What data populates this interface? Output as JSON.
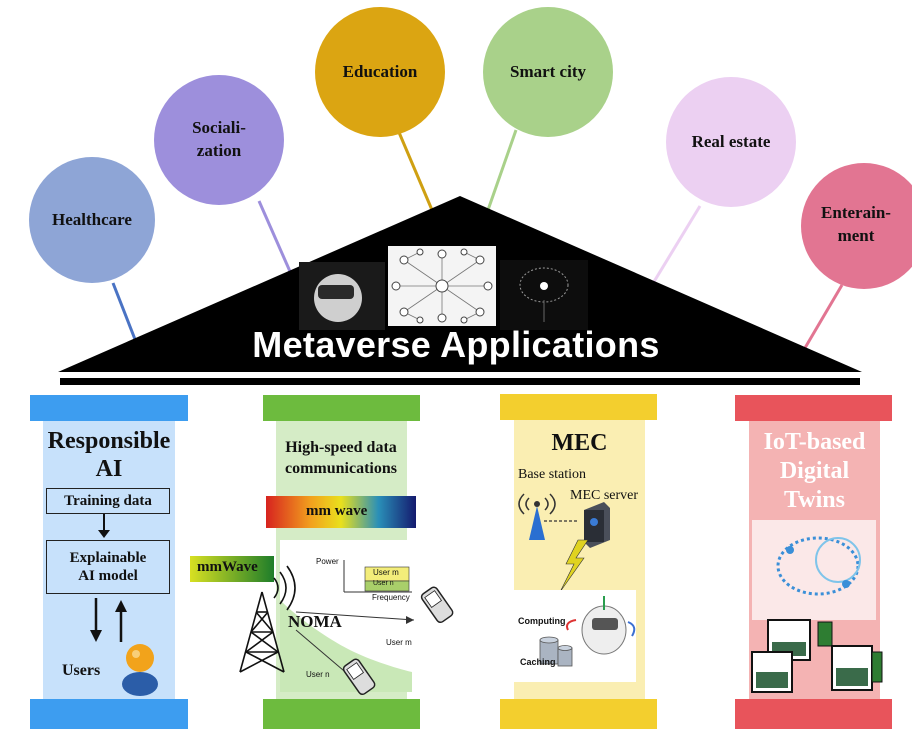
{
  "applications": [
    {
      "id": "healthcare",
      "lines": [
        "Healthcare"
      ],
      "color": "#8ea5d6"
    },
    {
      "id": "socialization",
      "lines": [
        "Sociali-",
        "zation"
      ],
      "color": "#9d8fdc"
    },
    {
      "id": "education",
      "lines": [
        "Education"
      ],
      "color": "#dba512"
    },
    {
      "id": "smart-city",
      "lines": [
        "Smart city"
      ],
      "color": "#a9d18a"
    },
    {
      "id": "real-estate",
      "lines": [
        "Real estate"
      ],
      "color": "#ecd0f2"
    },
    {
      "id": "entertainment",
      "lines": [
        "Enterain-",
        "ment"
      ],
      "color": "#e27592"
    }
  ],
  "roof": {
    "title": "Metaverse Applications"
  },
  "pillars": {
    "responsible_ai": {
      "title_line1": "Responsible",
      "title_line2": "AI",
      "training_data": "Training data",
      "explainable_line1": "Explainable",
      "explainable_line2": "AI model",
      "users": "Users",
      "color": "#3d9df0",
      "body_color": "#c7e1fb"
    },
    "high_speed": {
      "title_line1": "High-speed data",
      "title_line2": "communications",
      "mm_wave": "mm wave",
      "mmwave_tag": "mmWave",
      "noma": "NOMA",
      "power": "Power",
      "frequency": "Frequency",
      "user_m": "User m",
      "user_n": "User n",
      "color": "#6dbb3e",
      "body_color": "#d5ecc6"
    },
    "mec": {
      "title": "MEC",
      "base_station": "Base station",
      "mec_server": "MEC server",
      "computing": "Computing",
      "caching": "Caching",
      "color": "#f3cf2e",
      "body_color": "#faeeb2"
    },
    "digital_twins": {
      "title_line1": "IoT-based",
      "title_line2": "Digital",
      "title_line3": "Twins",
      "color": "#e8545b",
      "body_color": "#f4b3b3"
    }
  }
}
